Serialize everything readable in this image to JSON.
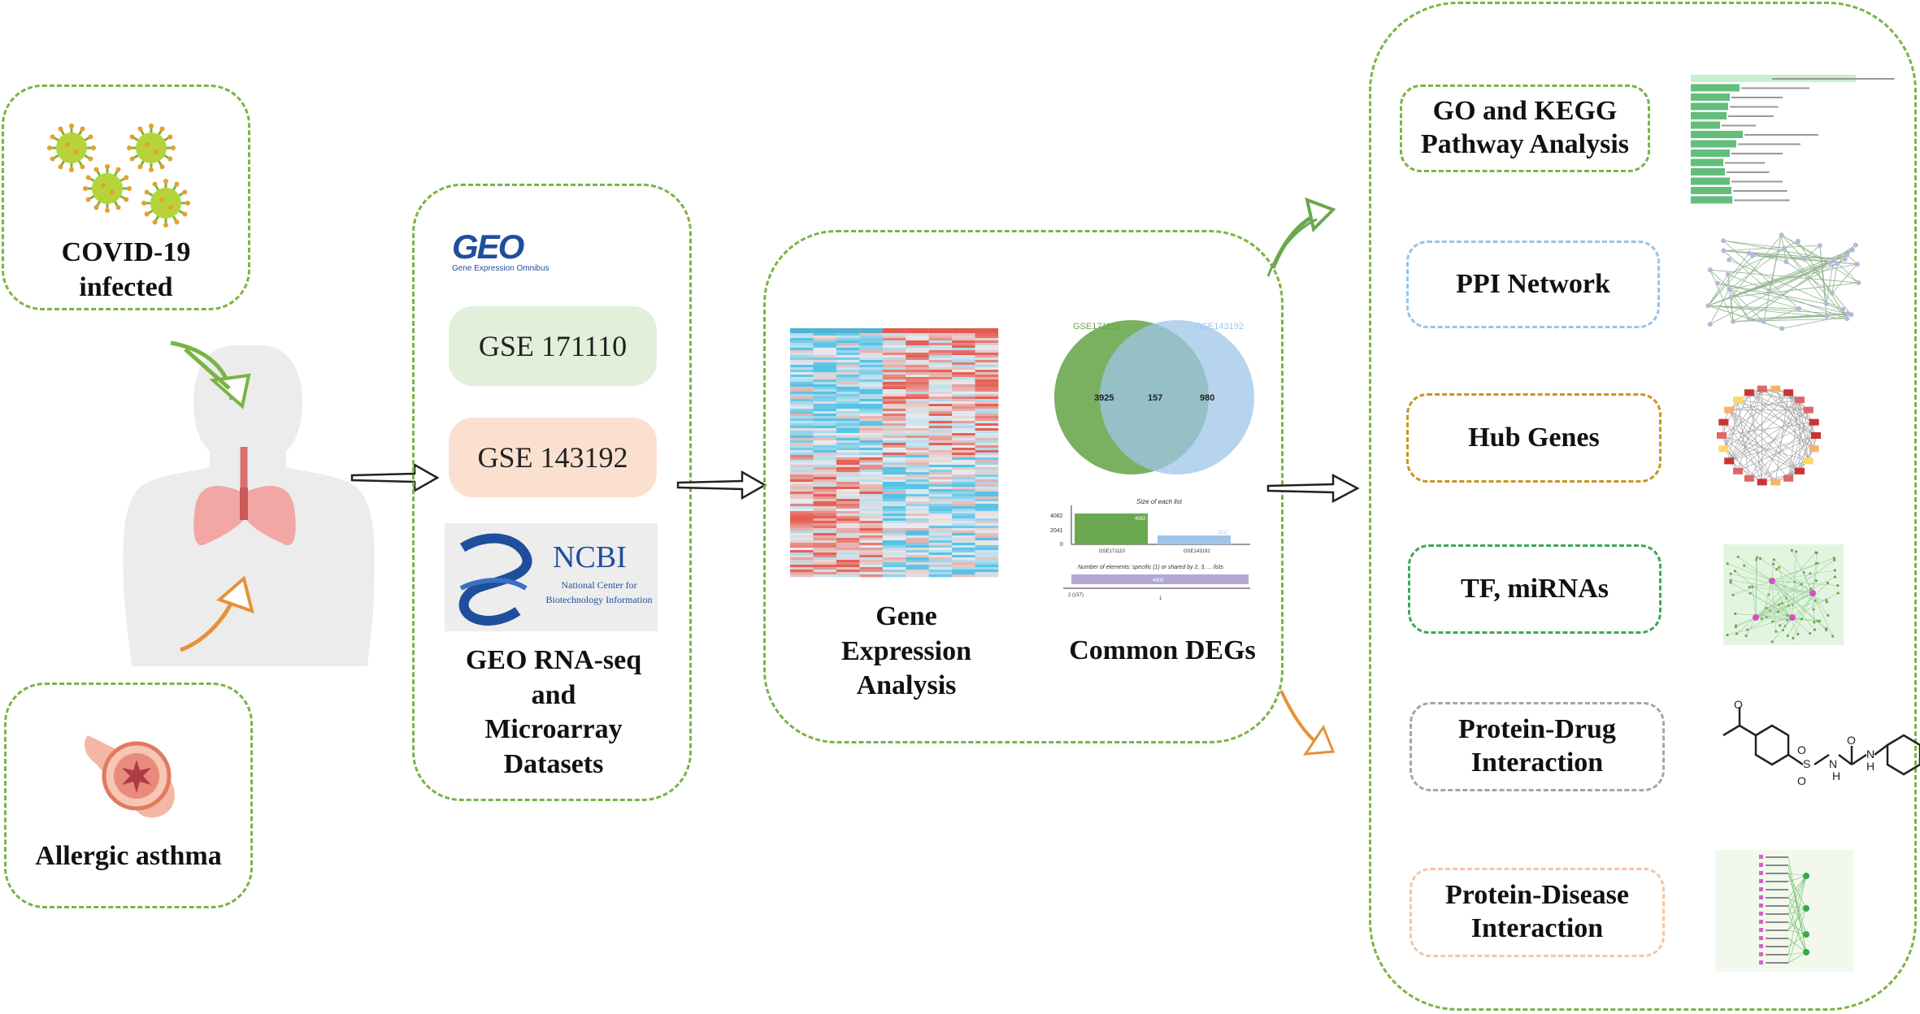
{
  "left": {
    "covid_label": "COVID-19\ninfected",
    "asthma_label": "Allergic asthma"
  },
  "datasets": {
    "geo_logo": "GEO",
    "geo_subtitle": "Gene Expression Omnibus",
    "gse1": "GSE 171110",
    "gse2": "GSE 143192",
    "ncbi_title": "NCBI",
    "ncbi_sub": "National Center for\nBiotechnology Information",
    "caption": "GEO RNA-seq\nand\nMicroarray\nDatasets"
  },
  "middle": {
    "gene_expr_label": "Gene\nExpression\nAnalysis",
    "common_degs_label": "Common DEGs",
    "venn": {
      "set_a_name": "GSE171110",
      "set_b_name": "GSE143192",
      "a_only": "3925",
      "overlap": "157",
      "b_only": "980"
    },
    "upset": {
      "title": "Size of each list",
      "y_ticks": [
        "4082",
        "2041",
        "0"
      ],
      "bar_a_value": "4082",
      "bar_b_value": "1137",
      "bar_a_label": "GSE171110",
      "bar_b_label": "GSE143192",
      "subtitle": "Number of elements: specific (1) or shared by 2, 3, ... lists",
      "intersect_value": "4905",
      "x_left": "2 (157)",
      "x_right": "1"
    }
  },
  "analyses": [
    {
      "label": "GO and KEGG\nPathway Analysis",
      "border": "#7bb344"
    },
    {
      "label": "PPI Network",
      "border": "#9cc3e6"
    },
    {
      "label": "Hub Genes",
      "border": "#c7961f"
    },
    {
      "label": "TF, miRNAs",
      "border": "#3aa85a"
    },
    {
      "label": "Protein-Drug\nInteraction",
      "border": "#a6a6a6"
    },
    {
      "label": "Protein-Disease\nInteraction",
      "border": "#f4c7a8"
    }
  ],
  "colors": {
    "dashed_green": "#7bb344",
    "gse1_fill": "#e2efda",
    "gse2_fill": "#fbe0d0",
    "venn_a": "#6aa84f",
    "venn_b": "#9fc5e8",
    "arrow_green": "#6aa84f",
    "arrow_orange": "#e69138"
  }
}
